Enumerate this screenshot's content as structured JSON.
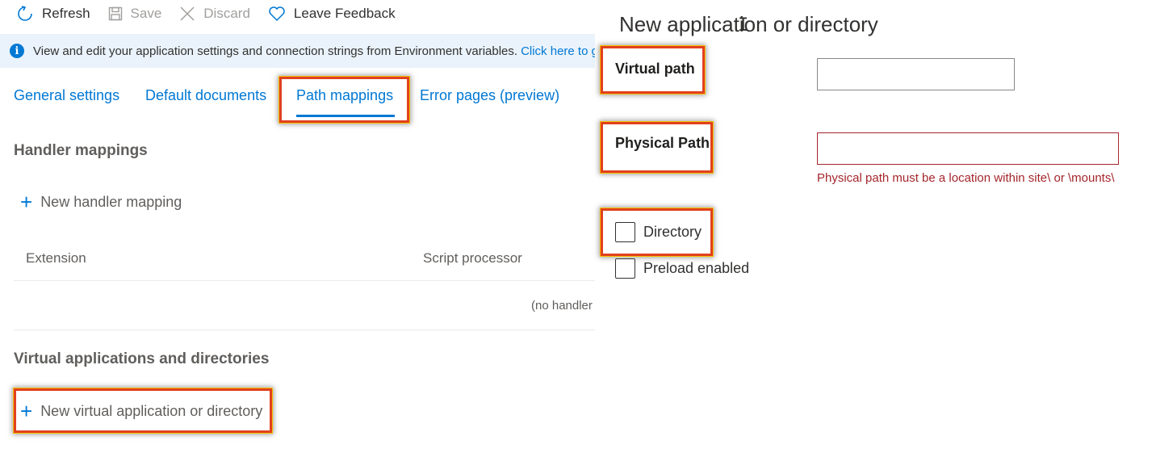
{
  "toolbar": {
    "refresh_label": "Refresh",
    "save_label": "Save",
    "discard_label": "Discard",
    "feedback_label": "Leave Feedback"
  },
  "infobar": {
    "text": "View and edit your application settings and connection strings from Environment variables.",
    "link_text": "Click here to g"
  },
  "tabs": [
    {
      "label": "General settings",
      "active": false
    },
    {
      "label": "Default documents",
      "active": false
    },
    {
      "label": "Path mappings",
      "active": true
    },
    {
      "label": "Error pages (preview)",
      "active": false
    }
  ],
  "handler_mappings": {
    "title": "Handler mappings",
    "add_label": "New handler mapping",
    "columns": [
      "Extension",
      "Script processor"
    ],
    "empty_text": "(no handler"
  },
  "virtual_apps": {
    "title": "Virtual applications and directories",
    "add_label": "New virtual application or directory"
  },
  "panel": {
    "title": "New application or directory",
    "virtual_path_label": "Virtual path",
    "virtual_path_value": "",
    "physical_path_label": "Physical Path",
    "physical_path_value": "",
    "physical_path_error": "Physical path must be a location within site\\ or \\mounts\\",
    "directory_label": "Directory",
    "directory_checked": false,
    "preload_label": "Preload enabled",
    "preload_checked": false
  },
  "colors": {
    "accent": "#0078d4",
    "error": "#a4262c",
    "highlight": "#e1411f",
    "info_bg": "#eaf3fb"
  }
}
